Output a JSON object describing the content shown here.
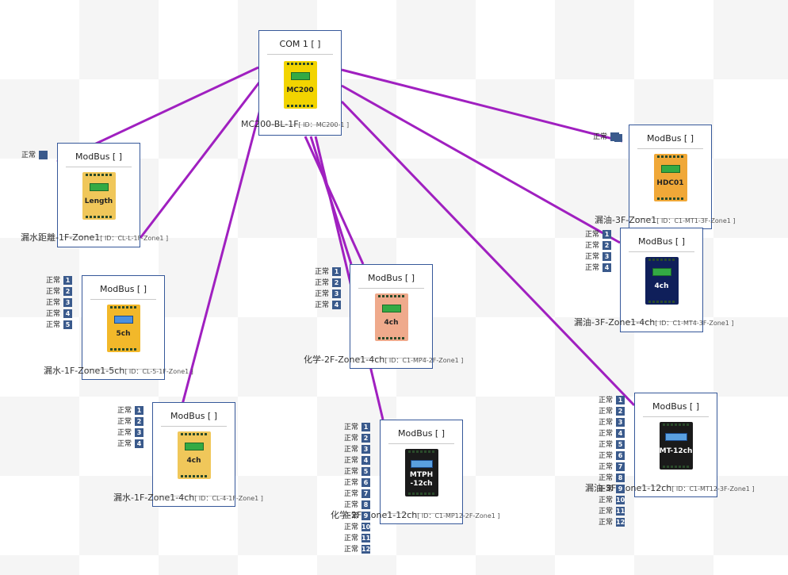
{
  "status_text": "正常",
  "link_color": "#a020c0",
  "root": {
    "title": "COM 1 [ ]",
    "device_label": "MC200",
    "color": "#f2d400",
    "name": "MC200-BL-1F",
    "id": "[ ID：MC200-1 ]"
  },
  "nodes": [
    {
      "title": "ModBus [ ]",
      "device_label": "Length",
      "color": "#f0c75a",
      "name": "漏水距離-1F-Zone1",
      "id": "[ ID：CL-L-1F-Zone1 ]",
      "status_count": 1,
      "numbered": false
    },
    {
      "title": "ModBus [ ]",
      "device_label": "5ch",
      "color": "#f2b82a",
      "name": "漏水-1F-Zone1-5ch",
      "id": "[ ID：CL-5-1F-Zone1 ]",
      "status_count": 5,
      "numbered": true
    },
    {
      "title": "ModBus [ ]",
      "device_label": "4ch",
      "color": "#f0c75a",
      "name": "漏水-1F-Zone1-4ch",
      "id": "[ ID：CL-4-1F-Zone1 ]",
      "status_count": 4,
      "numbered": true
    },
    {
      "title": "ModBus [ ]",
      "device_label": "4ch",
      "color": "#efaa8c",
      "name": "化学-2F-Zone1-4ch",
      "id": "[ ID：C1-MP4-2F-Zone1 ]",
      "status_count": 4,
      "numbered": true
    },
    {
      "title": "ModBus [ ]",
      "device_label": "MTPH -12ch",
      "color": "#1a1a1a",
      "name": "化学-2F-Zone1-12ch",
      "id": "[ ID：C1-MP12-2F-Zone1 ]",
      "status_count": 12,
      "numbered": true
    },
    {
      "title": "ModBus [ ]",
      "device_label": "HDC01",
      "color": "#f0a838",
      "name": "漏油-3F-Zone1",
      "id": "[ ID：C1-MT1-3F-Zone1 ]",
      "status_count": 1,
      "numbered": false
    },
    {
      "title": "ModBus [ ]",
      "device_label": "4ch",
      "color": "#0f1f5a",
      "name": "漏油-3F-Zone1-4ch",
      "id": "[ ID：C1-MT4-3F-Zone1 ]",
      "status_count": 4,
      "numbered": true
    },
    {
      "title": "ModBus [ ]",
      "device_label": "MT-12ch",
      "color": "#1a1a1a",
      "name": "漏油-3F-Zone1-12ch",
      "id": "[ ID：C1-MT12-3F-Zone1 ]",
      "status_count": 12,
      "numbered": true
    }
  ]
}
